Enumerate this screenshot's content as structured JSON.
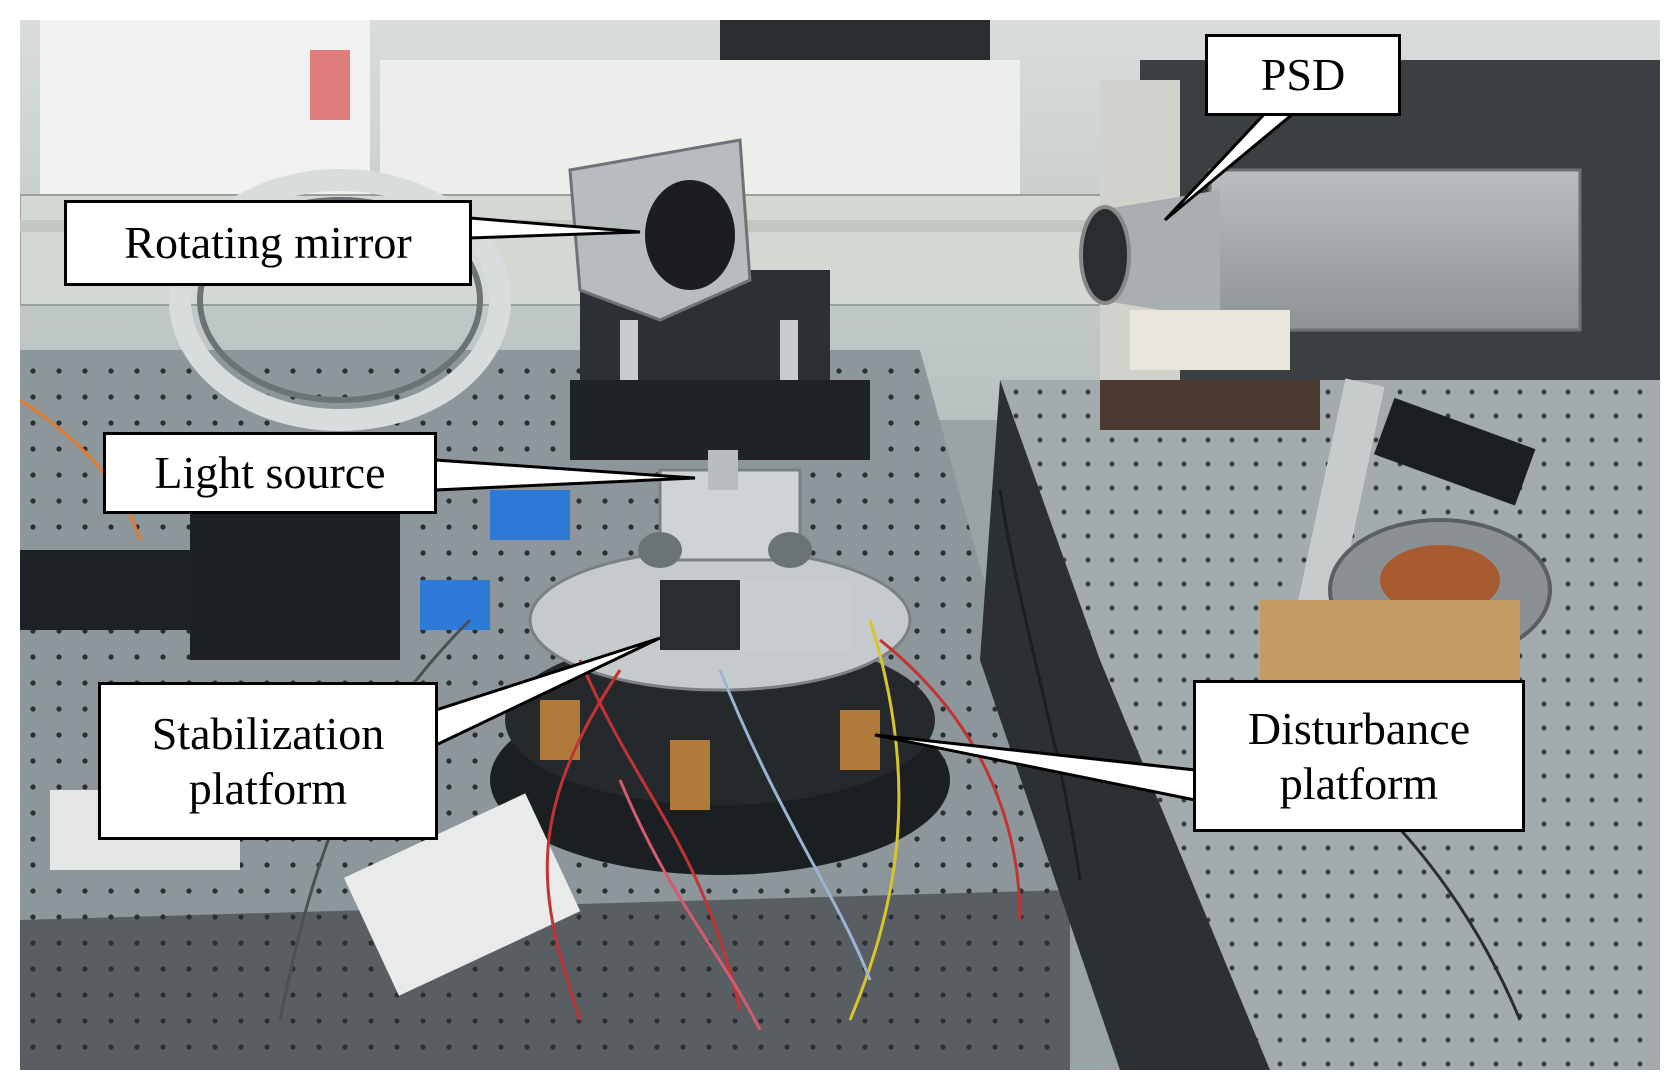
{
  "labels": {
    "rotating_mirror": "Rotating mirror",
    "psd": "PSD",
    "light_source": "Light source",
    "stabilization_line1": "Stabilization",
    "stabilization_line2": "platform",
    "disturbance_line1": "Disturbance",
    "disturbance_line2": "platform"
  },
  "colors": {
    "label_background": "#ffffff",
    "label_border": "#000000",
    "label_text": "#000000"
  }
}
